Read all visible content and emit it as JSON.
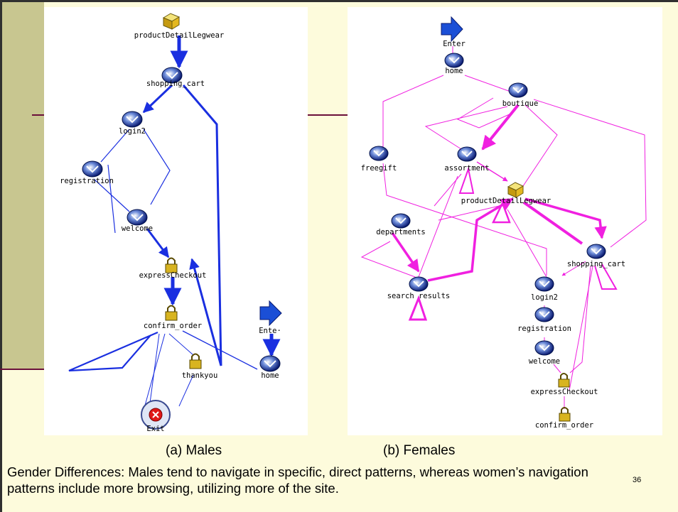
{
  "males": {
    "nodes": {
      "product_detail": "productDetailLegwear",
      "shopping_cart": "shopping_cart",
      "login2": "login2",
      "registration": "registration",
      "welcome": "welcome",
      "express_checkout": "expressCheckout",
      "confirm_order": "confirm_order",
      "thankyou": "thankyou",
      "enter": "Ente·",
      "home": "home",
      "exit": "Exit"
    }
  },
  "females": {
    "nodes": {
      "enter": "Enter",
      "home": "home",
      "boutique": "boutique",
      "freegift": "freegift",
      "assortment": "assortment",
      "product_detail": "productDetailLegwear",
      "departments": "departments",
      "shopping_cart": "shopping_cart",
      "search_results": "search results",
      "login2": "login2",
      "registration": "registration",
      "welcome": "welcome",
      "express_checkout": "expressCheckout",
      "confirm_order": "confirm_order"
    }
  },
  "captions": {
    "males": "(a) Males",
    "females": "(b) Females"
  },
  "description": "Gender Differences: Males tend to navigate in specific, direct patterns, whereas women’s navigation patterns include more browsing, utilizing more of the site.",
  "slide_number": "36",
  "colors": {
    "slide_background": "#fdfbdc",
    "side_band": "#c8c690",
    "divider_rule": "#6a0f3a",
    "males_edges": "#1a2fe0",
    "females_edges": "#f020e0"
  }
}
